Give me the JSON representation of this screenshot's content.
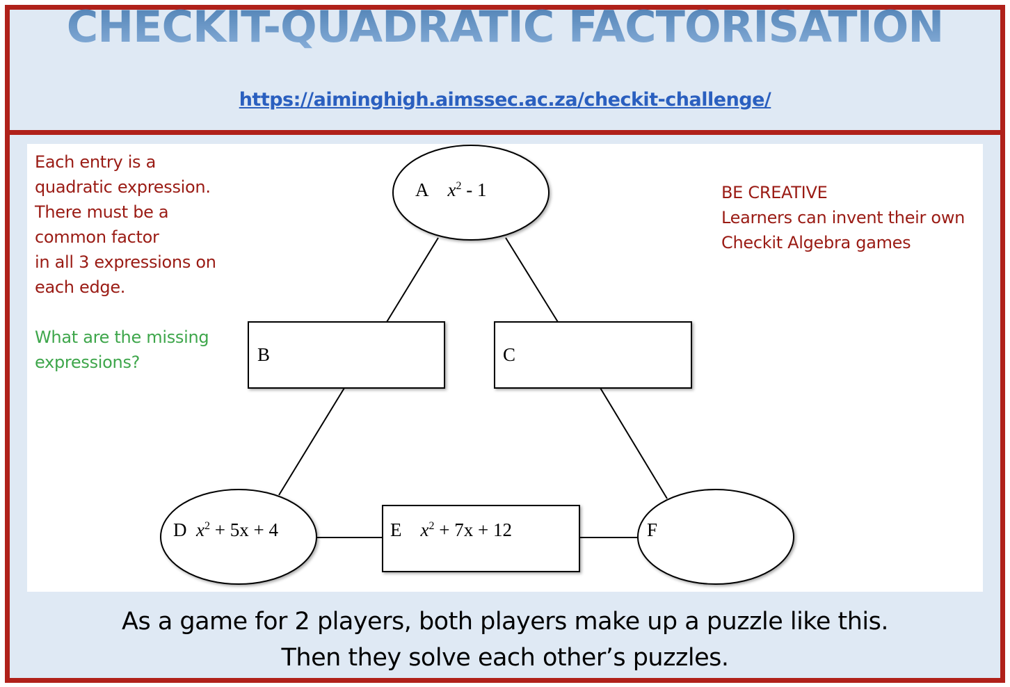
{
  "header": {
    "title": "CHECKIT-QUADRATIC FACTORISATION",
    "link": "https://aiminghigh.aimssec.ac.za/checkit-challenge/"
  },
  "instructions": {
    "lines": [
      "Each entry is a",
      "quadratic expression.",
      "There must be a",
      "common factor",
      "in all 3 expressions on",
      "each edge."
    ],
    "question_lines": [
      "What are the missing",
      "expressions?"
    ]
  },
  "creative": {
    "lines": [
      "BE CREATIVE",
      "Learners can invent their own",
      "Checkit Algebra games"
    ]
  },
  "nodes": {
    "A": {
      "label": "A",
      "expr_pre": "x",
      "expr_sup": "2",
      "expr_post": " - 1"
    },
    "B": {
      "label": "B"
    },
    "C": {
      "label": "C"
    },
    "D": {
      "label": "D",
      "expr_pre": "x",
      "expr_sup": "2",
      "expr_post": " + 5x + 4"
    },
    "E": {
      "label": "E",
      "expr_pre": "x",
      "expr_sup": "2",
      "expr_post": " + 7x + 12"
    },
    "F": {
      "label": "F"
    }
  },
  "footer": {
    "line1": "As a game for 2 players, both players make up a puzzle like this.",
    "line2": "Then they solve each other’s puzzles."
  },
  "colors": {
    "border": "#b0211a",
    "background": "#dfe9f4",
    "instruction": "#9a1b14",
    "question": "#3ea64b",
    "link": "#2a5fbf"
  }
}
